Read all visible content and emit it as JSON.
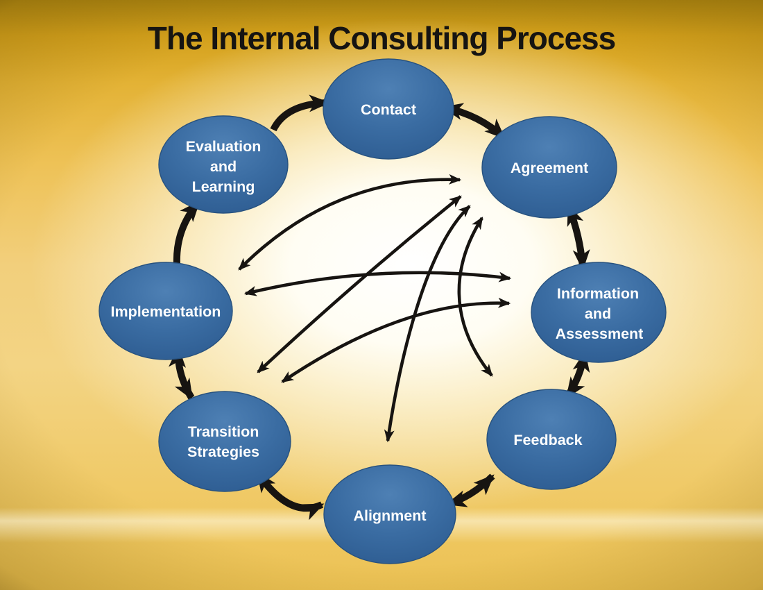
{
  "title": "The Internal Consulting Process",
  "nodes": [
    {
      "id": "contact",
      "label": "Contact",
      "lines": [
        "Contact"
      ]
    },
    {
      "id": "agreement",
      "label": "Agreement",
      "lines": [
        "Agreement"
      ]
    },
    {
      "id": "information-assessment",
      "label": "Information and Assessment",
      "lines": [
        "Information",
        "and",
        "Assessment"
      ]
    },
    {
      "id": "feedback",
      "label": "Feedback",
      "lines": [
        "Feedback"
      ]
    },
    {
      "id": "alignment",
      "label": "Alignment",
      "lines": [
        "Alignment"
      ]
    },
    {
      "id": "transition-strategies",
      "label": "Transition Strategies",
      "lines": [
        "Transition",
        "Strategies"
      ]
    },
    {
      "id": "implementation",
      "label": "Implementation",
      "lines": [
        "Implementation"
      ]
    },
    {
      "id": "evaluation-learning",
      "label": "Evaluation and Learning",
      "lines": [
        "Evaluation",
        "and",
        "Learning"
      ]
    }
  ],
  "connections": {
    "ring": [
      {
        "from": "Evaluation and Learning",
        "to": "Contact",
        "style": "thick",
        "heads": "single"
      },
      {
        "from": "Contact",
        "to": "Agreement",
        "style": "thick",
        "heads": "double"
      },
      {
        "from": "Agreement",
        "to": "Information and Assessment",
        "style": "thick",
        "heads": "double"
      },
      {
        "from": "Information and Assessment",
        "to": "Feedback",
        "style": "thick",
        "heads": "double"
      },
      {
        "from": "Feedback",
        "to": "Alignment",
        "style": "thick",
        "heads": "double"
      },
      {
        "from": "Alignment",
        "to": "Transition Strategies",
        "style": "thick",
        "heads": "double"
      },
      {
        "from": "Transition Strategies",
        "to": "Implementation",
        "style": "thick",
        "heads": "double"
      },
      {
        "from": "Implementation",
        "to": "Evaluation and Learning",
        "style": "thick",
        "heads": "single"
      }
    ],
    "cross": [
      {
        "from": "Implementation",
        "to": "Agreement",
        "style": "thin",
        "heads": "double"
      },
      {
        "from": "Implementation",
        "to": "Information and Assessment",
        "style": "thin",
        "heads": "double"
      },
      {
        "from": "Transition Strategies",
        "to": "Agreement",
        "style": "thin",
        "heads": "double"
      },
      {
        "from": "Transition Strategies",
        "to": "Information and Assessment",
        "style": "thin",
        "heads": "double"
      },
      {
        "from": "Alignment",
        "to": "Agreement",
        "style": "thin",
        "heads": "double"
      },
      {
        "from": "Feedback",
        "to": "Agreement",
        "style": "thin",
        "heads": "double"
      }
    ]
  },
  "colors": {
    "node_fill": "#35689e",
    "node_fill_light": "#4e80b4",
    "node_text": "#ffffff",
    "arrow": "#171411",
    "title_text": "#161412",
    "background_gold": "#e9bc47",
    "background_center": "#fffdf6"
  }
}
